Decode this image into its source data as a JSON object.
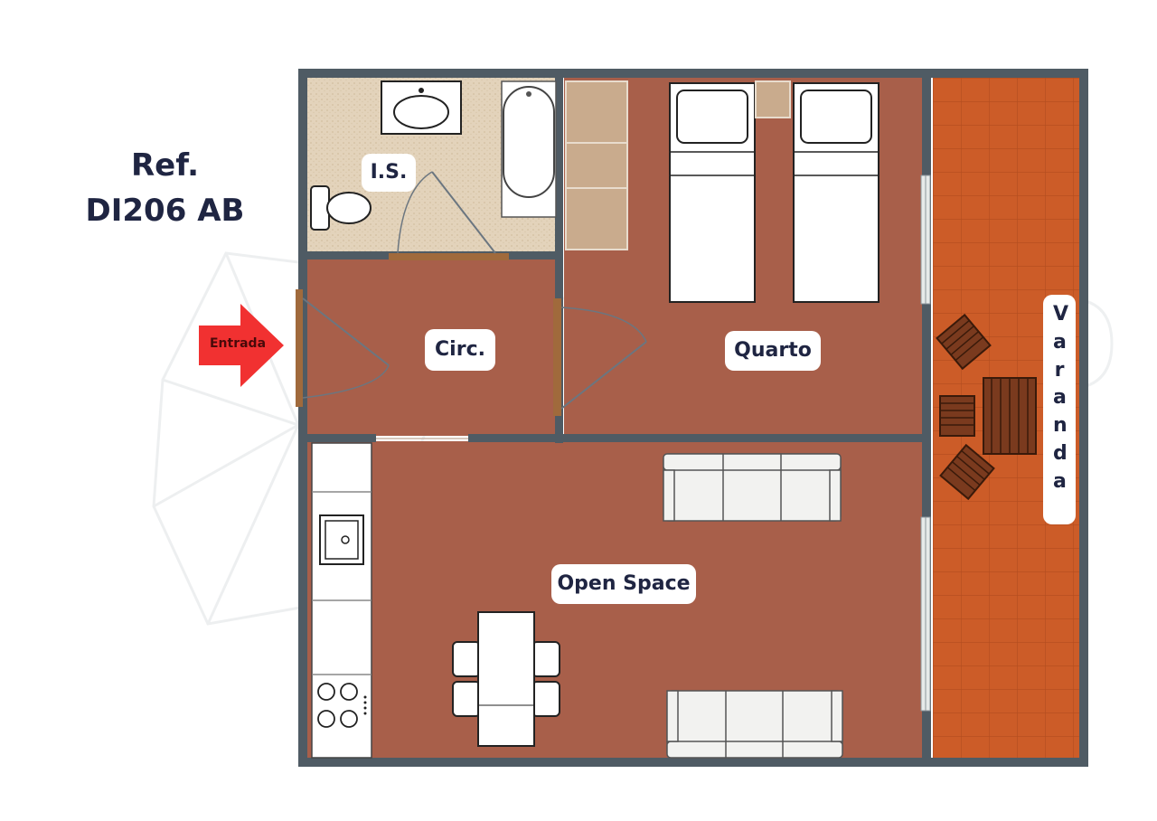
{
  "ref": {
    "line1": "Ref.",
    "line2": "DI206 AB"
  },
  "rooms": {
    "is": "I.S.",
    "circ": "Circ.",
    "quarto": "Quarto",
    "open_space": "Open Space",
    "varanda": "Varanda"
  },
  "entrance": "Entrada",
  "colors": {
    "floor": "#a85f4a",
    "bathroom_floor": "#e3d3bb",
    "varanda_floor": "#cc5c28",
    "walls": "#4f5b64",
    "arrow": "#f13131",
    "text": "#1f2542"
  }
}
